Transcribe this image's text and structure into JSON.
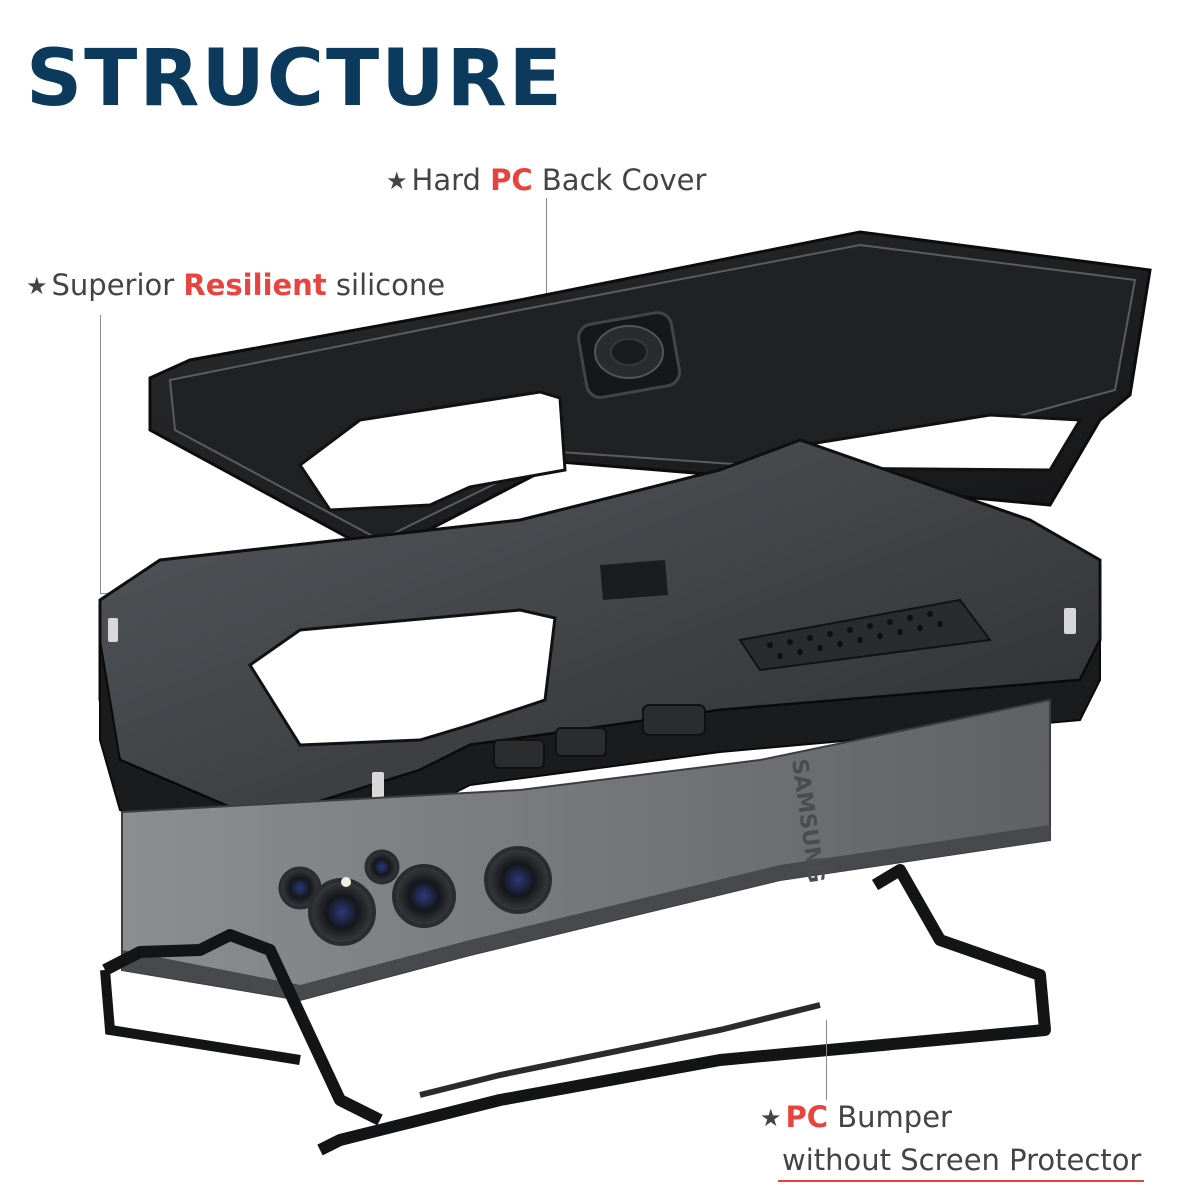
{
  "title": "STRUCTURE",
  "callouts": {
    "back_cover": {
      "star": "★",
      "pre": "Hard ",
      "highlight": "PC",
      "post": " Back Cover"
    },
    "silicone": {
      "star": "★",
      "pre": "Superior ",
      "highlight": "Resilient",
      "post": " silicone"
    },
    "bumper": {
      "star": "★",
      "highlight": "PC",
      "post": " Bumper",
      "line2": "without Screen Protector"
    }
  },
  "phone_brand": "SAMSUNG",
  "colors": {
    "title": "#0b3a5c",
    "highlight": "#e8433f",
    "text": "#444444",
    "case": "#1e1f21",
    "phone": "#6d6f73"
  }
}
